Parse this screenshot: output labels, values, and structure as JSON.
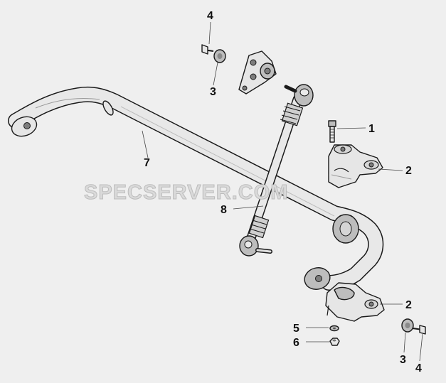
{
  "diagram": {
    "watermark": "SPECSERVER.COM",
    "callouts": {
      "c1": "1",
      "c2a": "2",
      "c2b": "2",
      "c3a": "3",
      "c3b": "3",
      "c4a": "4",
      "c4b": "4",
      "c5": "5",
      "c6": "6",
      "c7": "7",
      "c8": "8"
    },
    "colors": {
      "background": "#efefef",
      "part_fill": "#e6e6e6",
      "outline": "#1a1a1a"
    }
  }
}
